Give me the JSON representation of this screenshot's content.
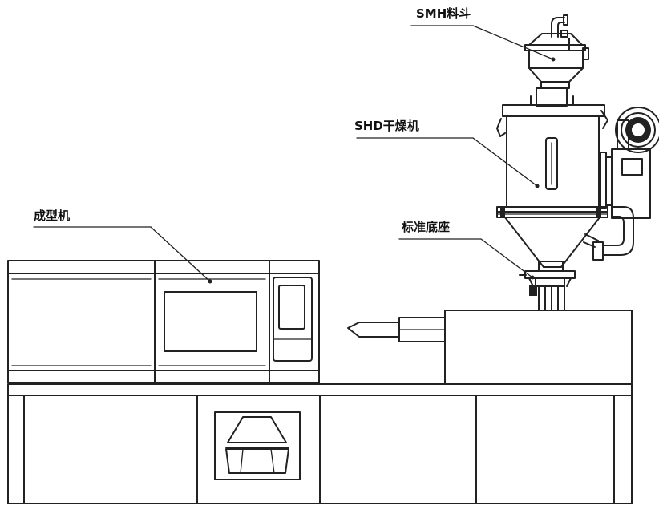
{
  "labels": {
    "hopper": "SMH料斗",
    "dryer": "SHD干燥机",
    "base": "标准底座",
    "molder": "成型机"
  },
  "colors": {
    "line": "#222222",
    "background": "#ffffff"
  }
}
